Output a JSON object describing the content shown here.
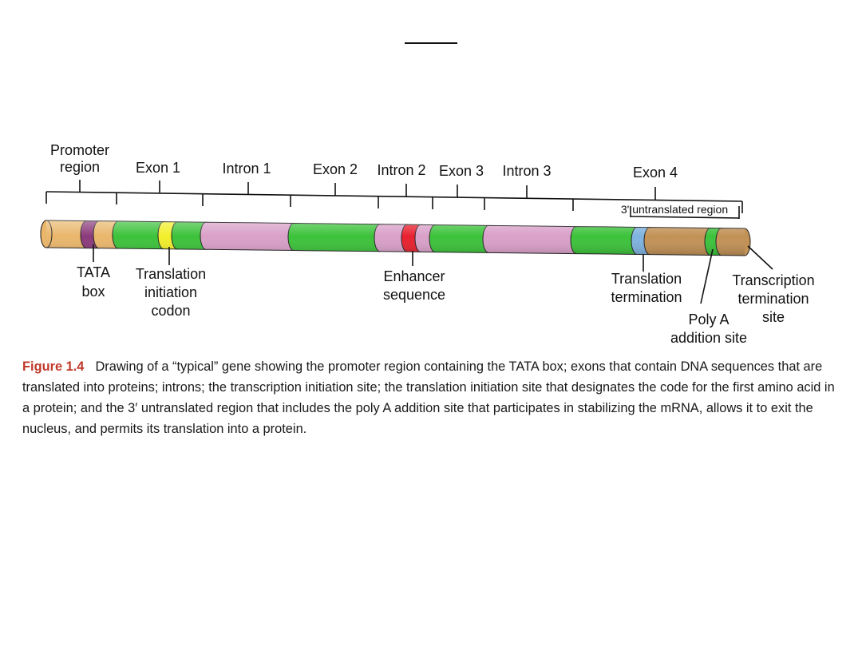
{
  "diagram": {
    "top_labels": {
      "promoter_line1": "Promoter",
      "promoter_line2": "region",
      "exon1": "Exon 1",
      "intron1": "Intron 1",
      "exon2": "Exon 2",
      "intron2": "Intron 2",
      "exon3": "Exon 3",
      "intron3": "Intron 3",
      "exon4": "Exon 4",
      "utr": "3' untranslated region"
    },
    "bottom_labels": {
      "tata_line1": "TATA",
      "tata_line2": "box",
      "tic_line1": "Translation",
      "tic_line2": "initiation",
      "tic_line3": "codon",
      "enh_line1": "Enhancer",
      "enh_line2": "sequence",
      "tt_line1": "Translation",
      "tt_line2": "termination",
      "polya_line1": "Poly A",
      "polya_line2": "addition site",
      "trx_line1": "Transcription",
      "trx_line2": "termination",
      "trx_line3": "site"
    },
    "colors": {
      "promoter": "#e9b66b",
      "tata": "#8b3a7a",
      "exon": "#3cc23a",
      "intron": "#d9a0c8",
      "start_codon": "#f2ef2a",
      "enhancer": "#e8202f",
      "stop": "#7fb3e0",
      "utr": "#c29155"
    }
  },
  "caption": {
    "figure_label": "Figure 1.4",
    "text": "Drawing of a “typical” gene showing the promoter region containing the TATA box; exons that contain DNA sequences that are translated into proteins; introns; the transcription initiation site; the translation initiation site that designates the code for the first amino acid in a protein; and the 3′ untranslated region that includes the poly A addition site that participates in stabilizing the mRNA, allows it to exit the nucleus, and permits its translation into a protein."
  }
}
